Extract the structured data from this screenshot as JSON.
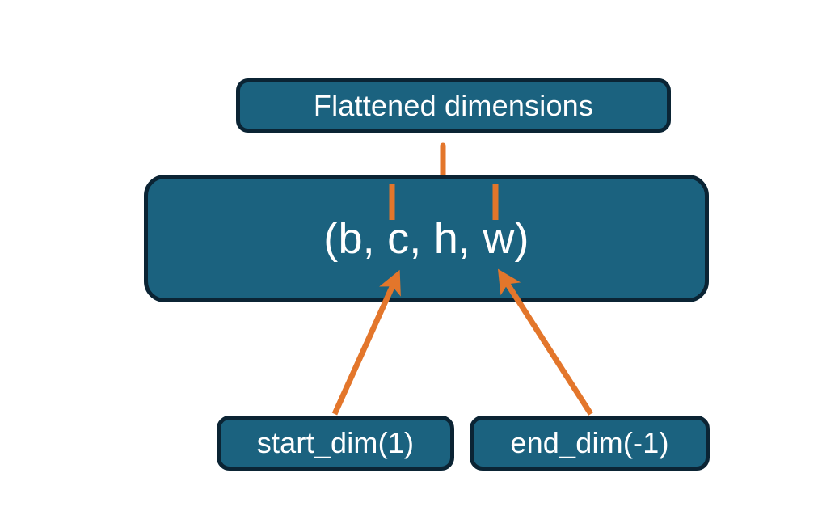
{
  "diagram": {
    "title": "torch.flatten start_dim / end_dim illustration",
    "background_color": "#FFFFFF",
    "palette": {
      "box_fill": "#1B627F",
      "box_border": "#0B2434",
      "box_text": "#FFFFFF",
      "accent_orange": "#E3762B"
    },
    "nodes": {
      "flattened": {
        "label": "Flattened dimensions",
        "role": "annotation-box-top"
      },
      "shape": {
        "label": "(b, c, h, w)",
        "role": "tensor-shape-box",
        "dims": [
          "b",
          "c",
          "h",
          "w"
        ]
      },
      "start_dim": {
        "label": "start_dim(1)",
        "role": "argument-box-left",
        "value": 1
      },
      "end_dim": {
        "label": "end_dim(-1)",
        "role": "argument-box-right",
        "value": -1
      }
    },
    "connectors": [
      {
        "name": "brace-over-flattened-dims",
        "type": "curly-brace",
        "color": "#E3762B",
        "spans_dims": [
          "c",
          "h",
          "w"
        ],
        "points_to": "Flattened dimensions"
      },
      {
        "name": "arrow-start-dim-to-c",
        "type": "arrow",
        "color": "#E3762B",
        "from": "start_dim(1)",
        "to": "c"
      },
      {
        "name": "arrow-end-dim-to-w",
        "type": "arrow",
        "color": "#E3762B",
        "from": "end_dim(-1)",
        "to": "w"
      }
    ]
  }
}
